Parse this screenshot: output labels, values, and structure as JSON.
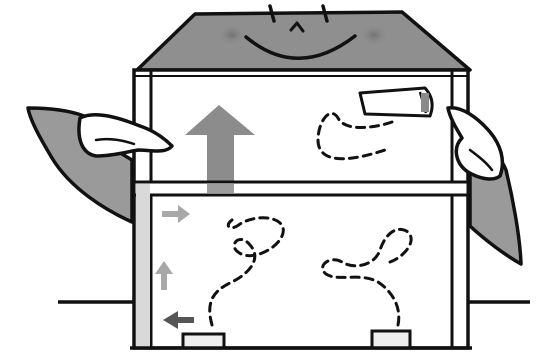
{
  "illustration": {
    "subject": "cartoon-house-with-face-and-arms",
    "character_expression": "smile",
    "floors": 2,
    "upstairs_unit": "wall-mounted-air-conditioner",
    "downstairs_vents": 2,
    "airflow": {
      "big_arrow": "up",
      "small_arrows": [
        "right",
        "up",
        "left"
      ]
    },
    "colors": {
      "roof": "#8f8f8f",
      "cheek": "#6f6f6f",
      "arm": "#9a9a9a",
      "big_arrow": "#8c8c8c",
      "small_arrow_light": "#a8a8a8",
      "small_arrow_dark": "#555555",
      "outline": "#111111",
      "wall_fill": "#ffffff"
    }
  }
}
